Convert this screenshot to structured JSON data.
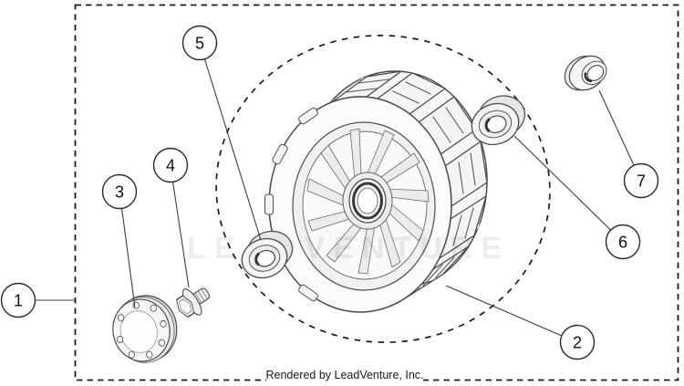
{
  "page": {
    "caption": "Rendered by LeadVenture, Inc.",
    "watermark": "LEADVENTURE"
  },
  "callouts": [
    {
      "number": "1",
      "part": "assembly-boundary-box"
    },
    {
      "number": "2",
      "part": "wheel-tire-assembly"
    },
    {
      "number": "3",
      "part": "hub-cap"
    },
    {
      "number": "4",
      "part": "flange-hex-bolt"
    },
    {
      "number": "5",
      "part": "inner-bearing"
    },
    {
      "number": "6",
      "part": "outer-bearing"
    },
    {
      "number": "7",
      "part": "flanged-bushing"
    }
  ],
  "colors": {
    "line": "#3d3d3d",
    "fill_light": "#f7f7f7",
    "fill_mid": "#ececec",
    "background": "#ffffff"
  }
}
